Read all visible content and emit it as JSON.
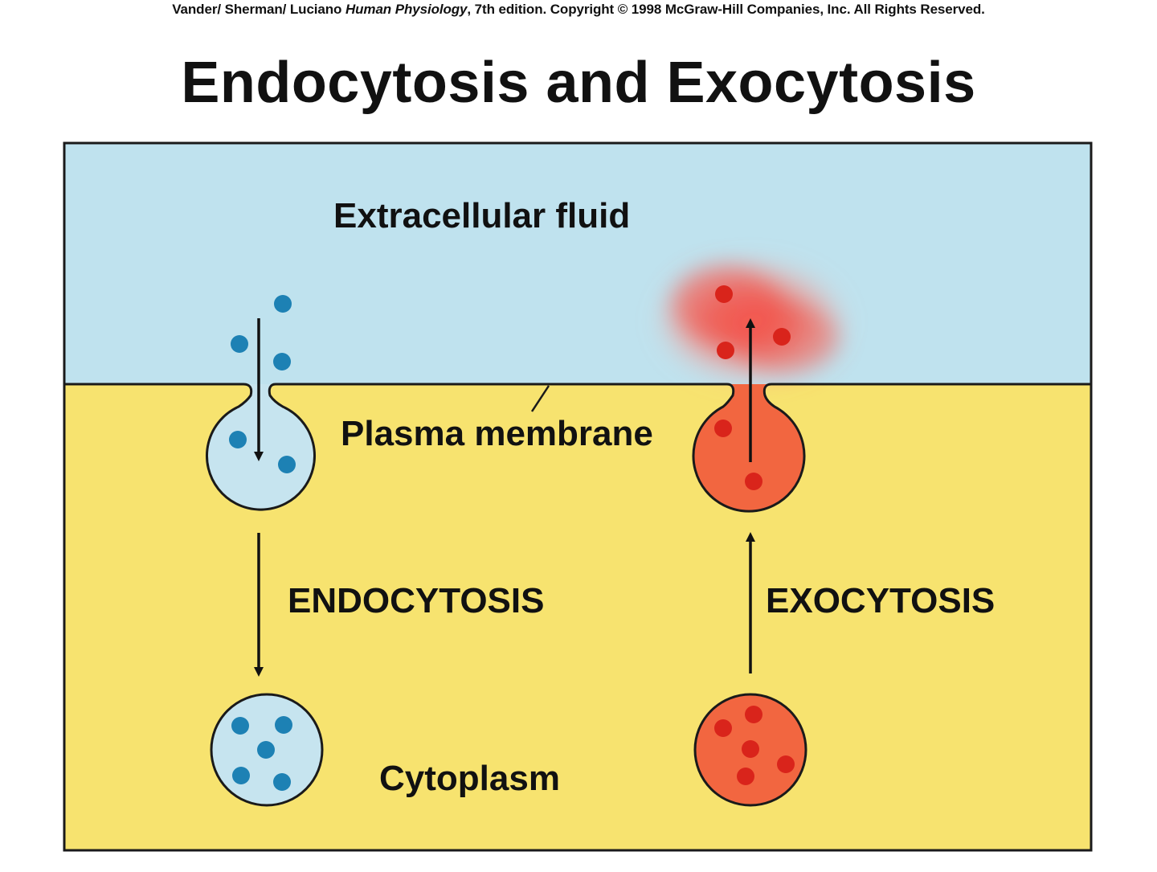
{
  "header": {
    "credit_authors": "Vander/ Sherman/ Luciano ",
    "credit_book": "Human Physiology",
    "credit_rest": ", 7th edition. Copyright © 1998 McGraw-Hill Companies, Inc. All Rights Reserved.",
    "title": "Endocytosis and Exocytosis"
  },
  "diagram": {
    "labels": {
      "extracellular": "Extracellular fluid",
      "membrane": "Plasma membrane",
      "endocytosis": "ENDOCYTOSIS",
      "exocytosis": "EXOCYTOSIS",
      "cytoplasm": "Cytoplasm"
    },
    "colors": {
      "extracellular_fluid": "#bfe2ee",
      "cytoplasm": "#f7e36f",
      "endocytic_vesicle": "#c6e4ef",
      "endocytic_particle": "#1d81b4",
      "exocytic_vesicle": "#f26640",
      "exocytic_particle": "#d9241b",
      "release_cloud": "#f4544a",
      "outline": "#1a1a1a"
    }
  }
}
